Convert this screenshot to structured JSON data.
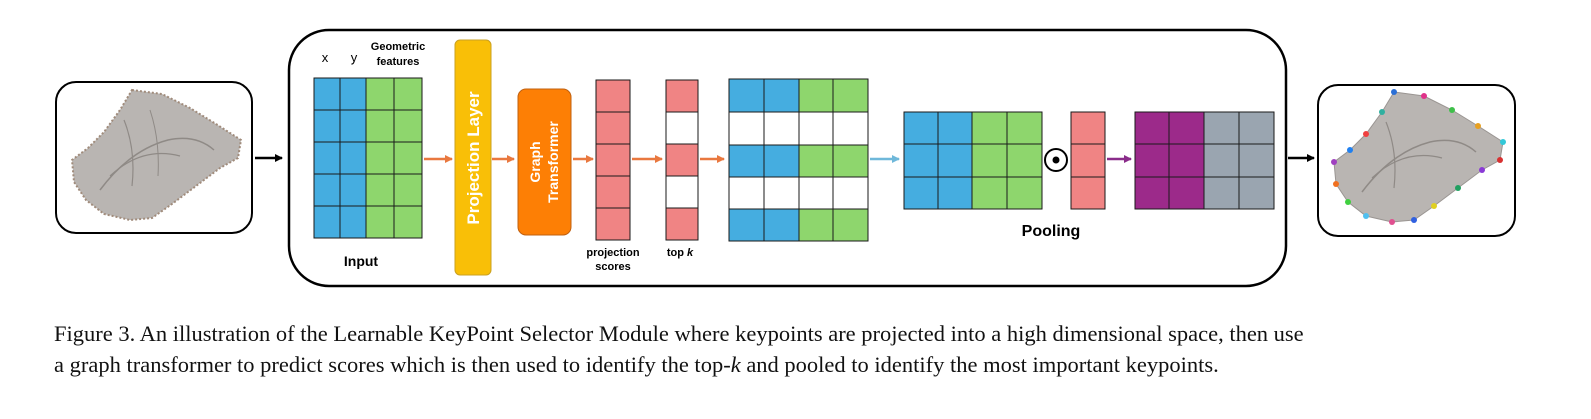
{
  "figure": {
    "input": {
      "col_x": "x",
      "col_y": "y",
      "geometric_line1": "Geometric",
      "geometric_line2": "features",
      "label": "Input"
    },
    "projection_layer": "Projection Layer",
    "graph_transformer_line1": "Graph",
    "graph_transformer_line2": "Transformer",
    "projection_scores_line1": "projection",
    "projection_scores_line2": "scores",
    "topk_prefix": "top ",
    "topk_var": "k",
    "pooling": "Pooling",
    "operator_symbol": "⊙"
  },
  "caption": {
    "line1": "Figure 3. An illustration of the Learnable KeyPoint Selector Module where keypoints are projected into a high dimensional space, then use",
    "line2_prefix": "a graph transformer to predict scores which is then used to identify the top-",
    "line2_var": "k",
    "line2_suffix": " and pooled to identify the most important keypoints."
  },
  "colors": {
    "blue": "#45ade0",
    "green": "#8ed66d",
    "pink": "#f08484",
    "yellow": "#f9bf07",
    "orange": "#fd7f05",
    "purple": "#9c2a8a",
    "gray": "#9aa5b0",
    "arrow_orange": "#e9783f",
    "arrow_blue": "#6fb8da",
    "arrow_purple": "#8a2c8a"
  }
}
